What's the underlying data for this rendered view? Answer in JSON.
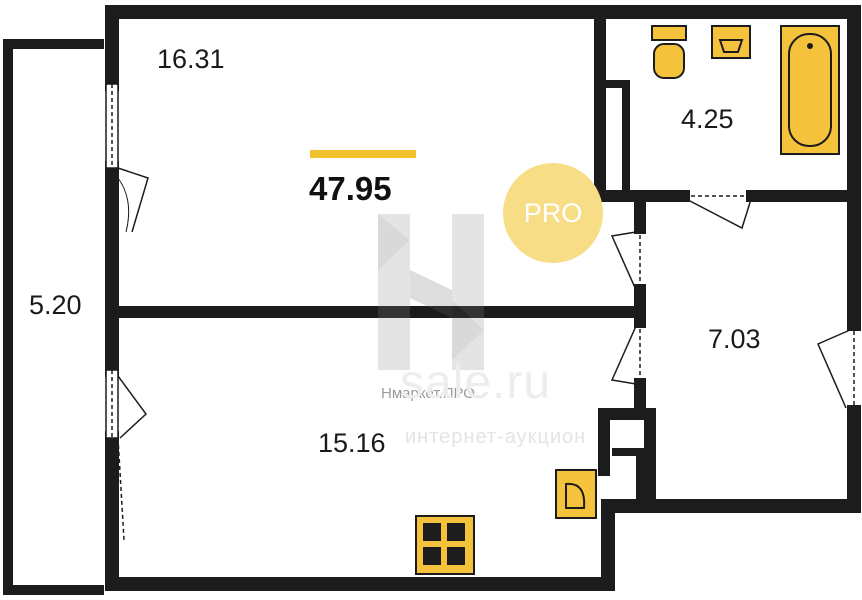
{
  "total_area": "47.95",
  "rooms": [
    {
      "id": "room-top-left",
      "area": "16.31"
    },
    {
      "id": "bathroom",
      "area": "4.25"
    },
    {
      "id": "balcony",
      "area": "5.20"
    },
    {
      "id": "hallway",
      "area": "7.03"
    },
    {
      "id": "room-bottom",
      "area": "15.16"
    }
  ],
  "badge": "PRO",
  "watermark": {
    "brand": "Нмаркет.ПРО",
    "faint_word": "sale.ru",
    "faint_sub": "интернет-аукцион"
  },
  "colors": {
    "wall": "#1c1c1c",
    "fixture": "#f5c33b",
    "accent": "#f2c12e",
    "badge": "#f7dd86"
  }
}
